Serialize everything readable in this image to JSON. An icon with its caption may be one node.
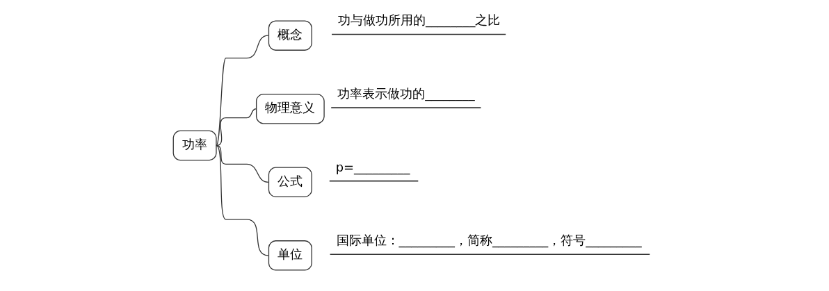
{
  "diagram": {
    "nodes": [
      {
        "text": [
          "功率"
        ]
      },
      {
        "text": [
          "概念"
        ],
        "beside": [
          "功与做功所用的________之比"
        ]
      },
      {
        "text": [
          "物理意义"
        ],
        "beside": [
          "功率表示做功的________"
        ]
      },
      {
        "text": [
          "公式"
        ],
        "beside": [
          "p=_________"
        ]
      },
      {
        "text": [
          "单位"
        ],
        "beside": [
          "国际单位：_________，简称_________，符号_________"
        ]
      }
    ],
    "edges": [
      {
        "from": 0,
        "to": 1,
        "arrow": "none"
      },
      {
        "from": 0,
        "to": 2,
        "arrow": "none"
      },
      {
        "from": 0,
        "to": 3,
        "arrow": "none"
      },
      {
        "from": 0,
        "to": 4,
        "arrow": "none"
      }
    ]
  }
}
